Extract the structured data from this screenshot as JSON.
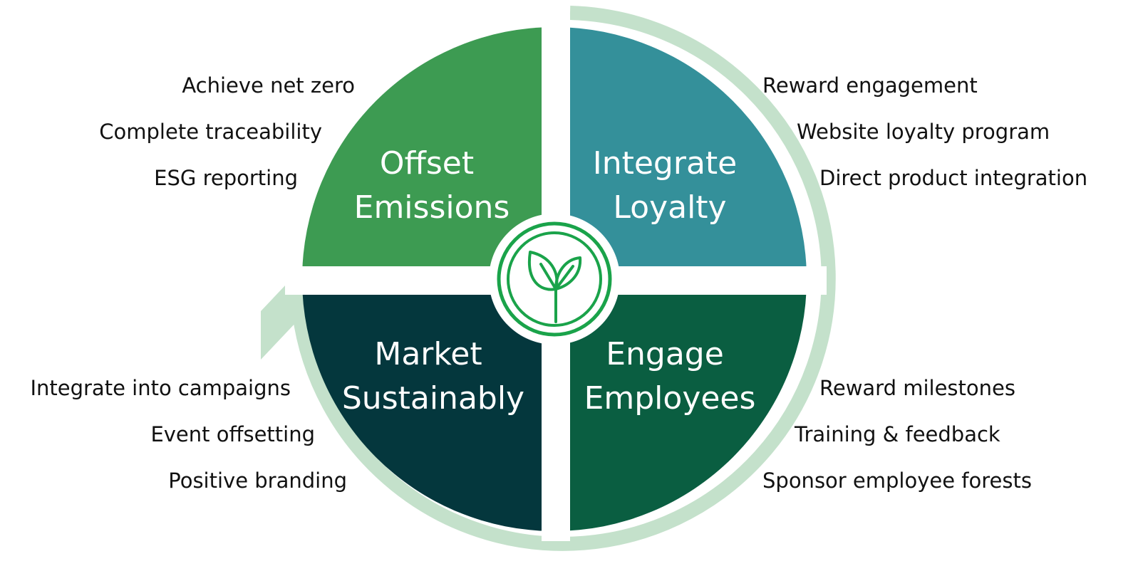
{
  "colors": {
    "offset": "#3d9b52",
    "loyalty": "#34909a",
    "market": "#04373d",
    "engage": "#0a5e41",
    "ring": "#c4e1cb",
    "emblem": "#1aa34a",
    "text": "#111111"
  },
  "center_icon": "leaf-sprout-icon",
  "quadrants": [
    {
      "id": "offset",
      "title_line1": "Offset",
      "title_line2": "Emissions",
      "items": [
        "Achieve net zero",
        "Complete traceability",
        "ESG reporting"
      ]
    },
    {
      "id": "loyalty",
      "title_line1": "Integrate",
      "title_line2": "Loyalty",
      "items": [
        "Reward engagement",
        "Website loyalty program",
        "Direct product integration"
      ]
    },
    {
      "id": "market",
      "title_line1": "Market",
      "title_line2": "Sustainably",
      "items": [
        "Integrate into campaigns",
        "Event offsetting",
        "Positive branding"
      ]
    },
    {
      "id": "engage",
      "title_line1": "Engage",
      "title_line2": "Employees",
      "items": [
        "Reward milestones",
        "Training & feedback",
        "Sponsor employee forests"
      ]
    }
  ]
}
